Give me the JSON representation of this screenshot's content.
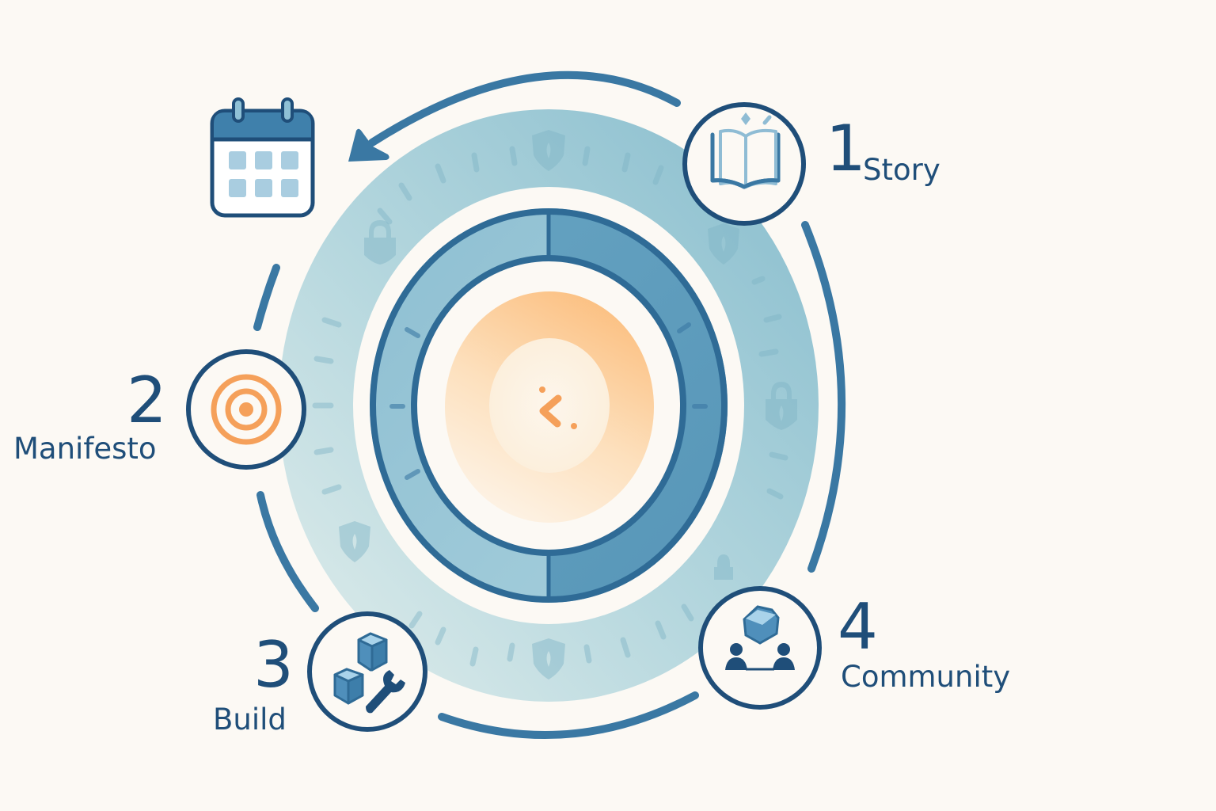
{
  "diagram": {
    "type": "cycle",
    "center_icon": "chevron-left-icon",
    "extra_icon": "calendar-icon",
    "cycle_arrow_direction": "counter-clockwise",
    "steps": [
      {
        "number": "1",
        "label": "Story",
        "icon": "open-book-icon"
      },
      {
        "number": "2",
        "label": "Manifesto",
        "icon": "target-icon"
      },
      {
        "number": "3",
        "label": "Build",
        "icon": "cubes-wrench-icon"
      },
      {
        "number": "4",
        "label": "Community",
        "icon": "people-cube-icon"
      }
    ],
    "ring_decorations": [
      "shield-icon",
      "lock-icon",
      "tick-marks"
    ]
  },
  "colors": {
    "background": "#fcf9f4",
    "primary_dark": "#1f4e79",
    "primary": "#3a78a3",
    "band_light": "#cfe3e6",
    "band_dark": "#8fc1d0",
    "dial_light": "#9cc8d8",
    "dial_dark": "#5a9cbc",
    "accent_orange": "#f5a05a",
    "orange_glow": "#fcc88e"
  }
}
